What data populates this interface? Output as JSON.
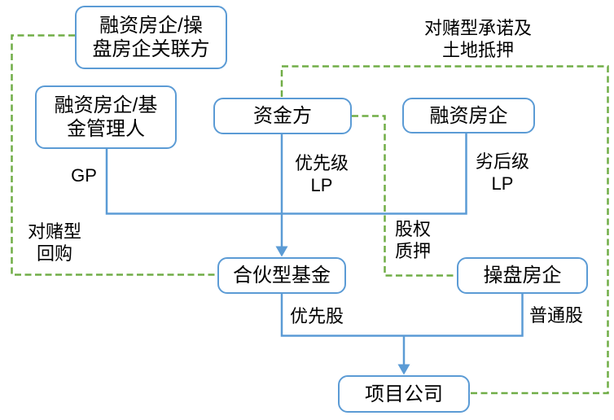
{
  "diagram": {
    "nodes": {
      "related_party": {
        "label": "融资房企/操\n盘房企关联方"
      },
      "fund_manager": {
        "label": "融资房企/基\n金管理人"
      },
      "capital_provider": {
        "label": "资金方"
      },
      "financing_developer": {
        "label": "融资房企"
      },
      "partnership_fund": {
        "label": "合伙型基金"
      },
      "operating_developer": {
        "label": "操盘房企"
      },
      "project_company": {
        "label": "项目公司"
      }
    },
    "edge_labels": {
      "gp": "GP",
      "senior_lp": "优先级\nLP",
      "junior_lp": "劣后级\nLP",
      "bet_repurchase": "对赌型\n回购",
      "bet_commitment": "对赌型承诺及\n土地抵押",
      "equity_pledge": "股权\n质押",
      "preferred_share": "优先股",
      "common_share": "普通股"
    },
    "colors": {
      "node_border": "#5B9BD5",
      "solid_connector": "#5B9BD5",
      "dashed_connector": "#70AD47",
      "label_text": "#000000"
    }
  }
}
